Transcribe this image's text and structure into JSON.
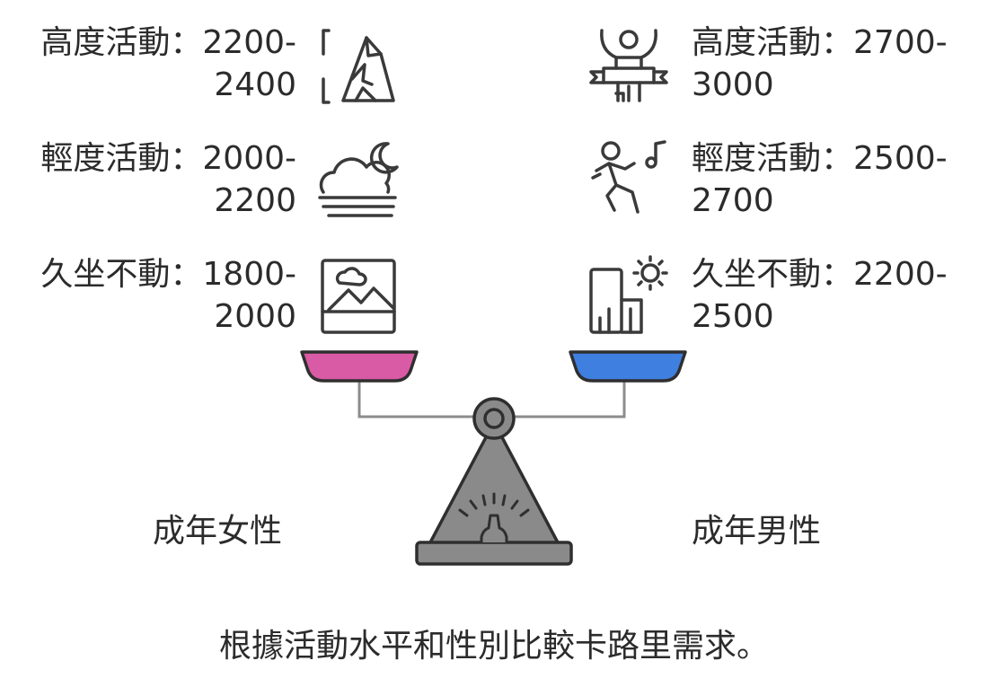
{
  "left": {
    "high": {
      "prefix": "高度活動：",
      "range_start": "2200-",
      "range_end": "2400"
    },
    "light": {
      "prefix": "輕度活動：",
      "range_start": "2000-",
      "range_end": "2200"
    },
    "sedentary": {
      "prefix": "久坐不動：",
      "range_start": "1800-",
      "range_end": "2000"
    },
    "gender": "成年女性",
    "pan_color": "#d95aa5"
  },
  "right": {
    "high": {
      "prefix": "高度活動：",
      "range_start": "2700-",
      "range_end": "3000"
    },
    "light": {
      "prefix": "輕度活動：",
      "range_start": "2500-",
      "range_end": "2700"
    },
    "sedentary": {
      "prefix": "久坐不動：",
      "range_start": "2200-",
      "range_end": "2500"
    },
    "gender": "成年男性",
    "pan_color": "#3f7fe0"
  },
  "caption": "根據活動水平和性別比較卡路里需求。",
  "icons": {
    "left_high": "mountain-peak-icon",
    "left_light": "cloud-moon-fog-icon",
    "left_sedentary": "landscape-picture-icon",
    "right_high": "person-celebrating-banner-icon",
    "right_light": "person-dancing-music-icon",
    "right_sedentary": "building-sun-icon",
    "scale": "balance-scale-icon"
  }
}
